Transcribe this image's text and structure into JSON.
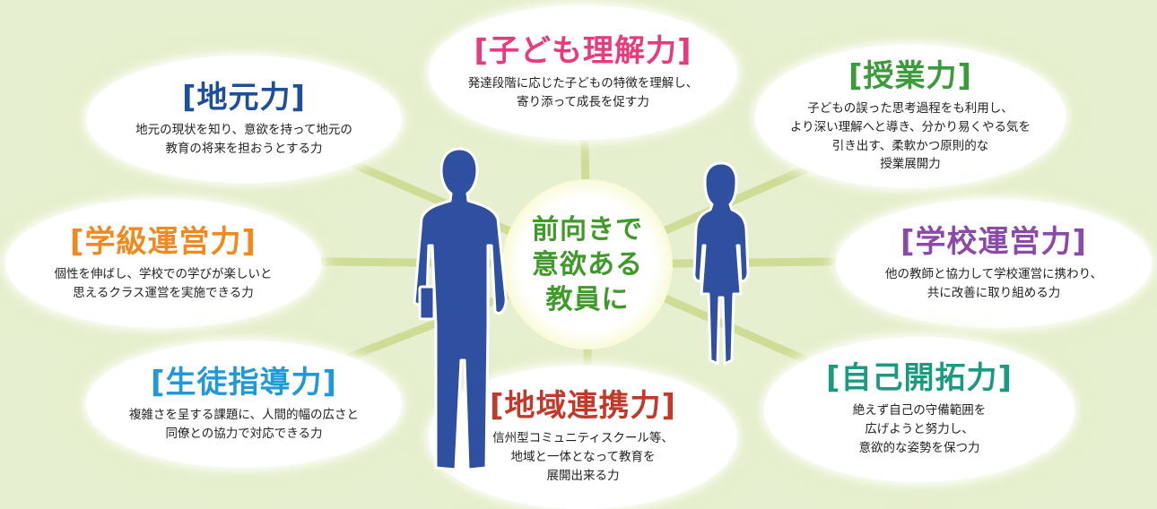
{
  "center": {
    "text": "前向きで\n意欲ある\n教員に",
    "color": "#3f9a2b"
  },
  "ovals": [
    {
      "id": "kodomo",
      "title": "[子ども理解力]",
      "color": "#e83b7e",
      "desc": "発達段階に応じた子どもの特徴を理解し、\n寄り添って成長を促す力"
    },
    {
      "id": "jimoto",
      "title": "[地元力]",
      "color": "#1d4f9a",
      "desc": "地元の現状を知り、意欲を持って地元の\n教育の将来を担おうとする力"
    },
    {
      "id": "jugyo",
      "title": "[授業力]",
      "color": "#3a9b3a",
      "desc": "子どもの誤った思考過程をも利用し、\nより深い理解へと導き、分かり易くやる気を\n引き出す、柔軟かつ原則的な\n授業展開力"
    },
    {
      "id": "gakkyu",
      "title": "[学級運営力]",
      "color": "#f08a1e",
      "desc": "個性を伸ばし、学校での学びが楽しいと\n思えるクラス運営を実施できる力"
    },
    {
      "id": "gakko",
      "title": "[学校運営力]",
      "color": "#8b4aa8",
      "desc": "他の教師と協力して学校運営に携わり、\n共に改善に取り組める力"
    },
    {
      "id": "seito",
      "title": "[生徒指導力]",
      "color": "#1f9ad6",
      "desc": "複雑さを呈する課題に、人間的幅の広さと\n同僚との協力で対応できる力"
    },
    {
      "id": "chiiki",
      "title": "[地域連携力]",
      "color": "#c0392b",
      "desc": "信州型コミュニティスクール等、\n地域と一体となって教育を\n展開出来る力"
    },
    {
      "id": "jiko",
      "title": "[自己開拓力]",
      "color": "#1a9a7e",
      "desc": "絶えず自己の守備範囲を\n広げようと努力し、\n意欲的な姿勢を保つ力"
    }
  ],
  "colors": {
    "background": "#e6efcf",
    "spoke": "#cfdc95",
    "figure": "#2f4fa0"
  }
}
